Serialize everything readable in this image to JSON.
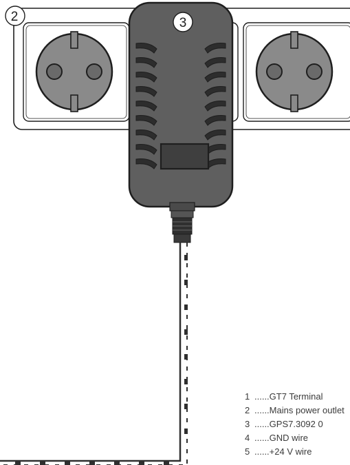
{
  "callouts": {
    "outlet_strip": "2",
    "power_supply": "3"
  },
  "legend": [
    {
      "num": "1",
      "text": "......GT7 Terminal"
    },
    {
      "num": "2",
      "text": "......Mains power outlet"
    },
    {
      "num": "3",
      "text": "......GPS7.3092 0"
    },
    {
      "num": "4",
      "text": "......GND wire"
    },
    {
      "num": "5",
      "text": "......+24 V wire"
    }
  ],
  "colors": {
    "adapter_body": "#5f5f5f",
    "adapter_dark": "#2d2d2d",
    "socket_face": "#8a8a8a",
    "outline": "#1e1e1e",
    "wire": "#2f2f2f"
  }
}
